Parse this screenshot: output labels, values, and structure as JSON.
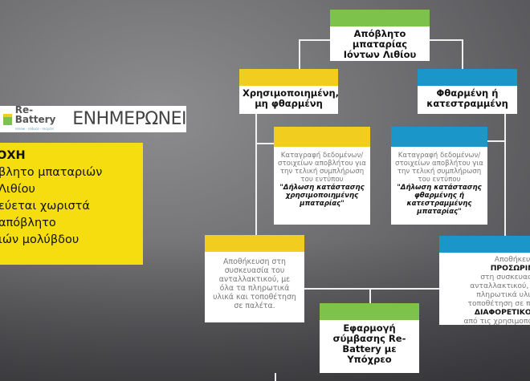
{
  "logo": {
    "brand": "Re-Battery",
    "tagline": "renew · reduce · recycle",
    "headline": "ΕΝΗΜΕΡΩΝΕΙ"
  },
  "notice": {
    "title": "ΟΧΗ",
    "lines": [
      "βλητο μπαταριών",
      "Λιθίου",
      "εύεται χωριστά",
      "απόβλητο",
      "ιών μολύβδου"
    ]
  },
  "diagram": {
    "root": "Απόβλητο μπαταρίας Ιόντων Λιθίου",
    "used": "Χρησιμοποιημένη, μη φθαρμένη",
    "damaged": "Φθαρμένη ή κατεστραμμένη",
    "used_record": {
      "text": "Καταγραφή δεδομένων/στοιχείων αποβλήτου για την τελική συμπλήρωση του εντύπου",
      "form": "\"Δήλωση κατάστασης χρησιμοποιημένης μπαταρίας\""
    },
    "damaged_record": {
      "text": "Καταγραφή δεδομένων/στοιχείων αποβλήτου για την τελική συμπλήρωση του εντύπου",
      "form": "\"Δήλωση κατάστασης φθαρμένης ή κατεστραμμένης μπαταρίας\""
    },
    "used_storage": "Αποθήκευση στη συσκευασία του ανταλλακτικού, με όλα τα πληρωτικά υλικά και τοποθέτηση σε παλέτα.",
    "damaged_storage": {
      "l1": "Αποθήκευση",
      "l2": "ΠΡΟΣΩΡΙΝΑ",
      "l3": "στη συσκευασία ανταλλακτικού, με πληρωτικά υλικά τοποθέτηση σε παλ",
      "l4": "ΔΙΑΦΟΡΕΤΙΚΟ Χ",
      "l5": "από τις χρησιμοποιη"
    },
    "contract": "Εφαρμογή σύμβασης Re-Battery με Υπόχρεο"
  }
}
